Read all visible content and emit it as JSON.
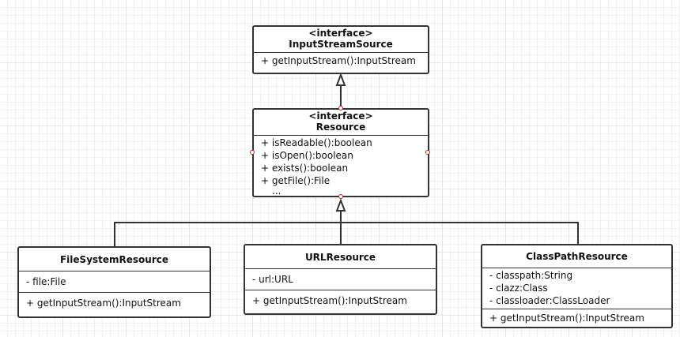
{
  "interfaces": {
    "input_stream_source": {
      "stereotype": "<interface>",
      "name": "InputStreamSource",
      "operations": [
        "+ getInputStream():InputStream"
      ]
    },
    "resource": {
      "stereotype": "<interface>",
      "name": "Resource",
      "operations": [
        "+ isReadable():boolean",
        "+ isOpen():boolean",
        "+ exists():boolean",
        "+ getFile():File",
        "..."
      ]
    }
  },
  "classes": {
    "file_system_resource": {
      "name": "FileSystemResource",
      "attributes": [
        "- file:File"
      ],
      "operations": [
        "+ getInputStream():InputStream"
      ]
    },
    "url_resource": {
      "name": "URLResource",
      "attributes": [
        "- url:URL"
      ],
      "operations": [
        "+ getInputStream():InputStream"
      ]
    },
    "class_path_resource": {
      "name": "ClassPathResource",
      "attributes": [
        "- classpath:String",
        "- clazz:Class",
        "- classloader:ClassLoader"
      ],
      "operations": [
        "+ getInputStream():InputStream"
      ]
    }
  },
  "colors": {
    "border": "#333333",
    "grid": "#e6e6e6",
    "port": "#aa3333"
  }
}
